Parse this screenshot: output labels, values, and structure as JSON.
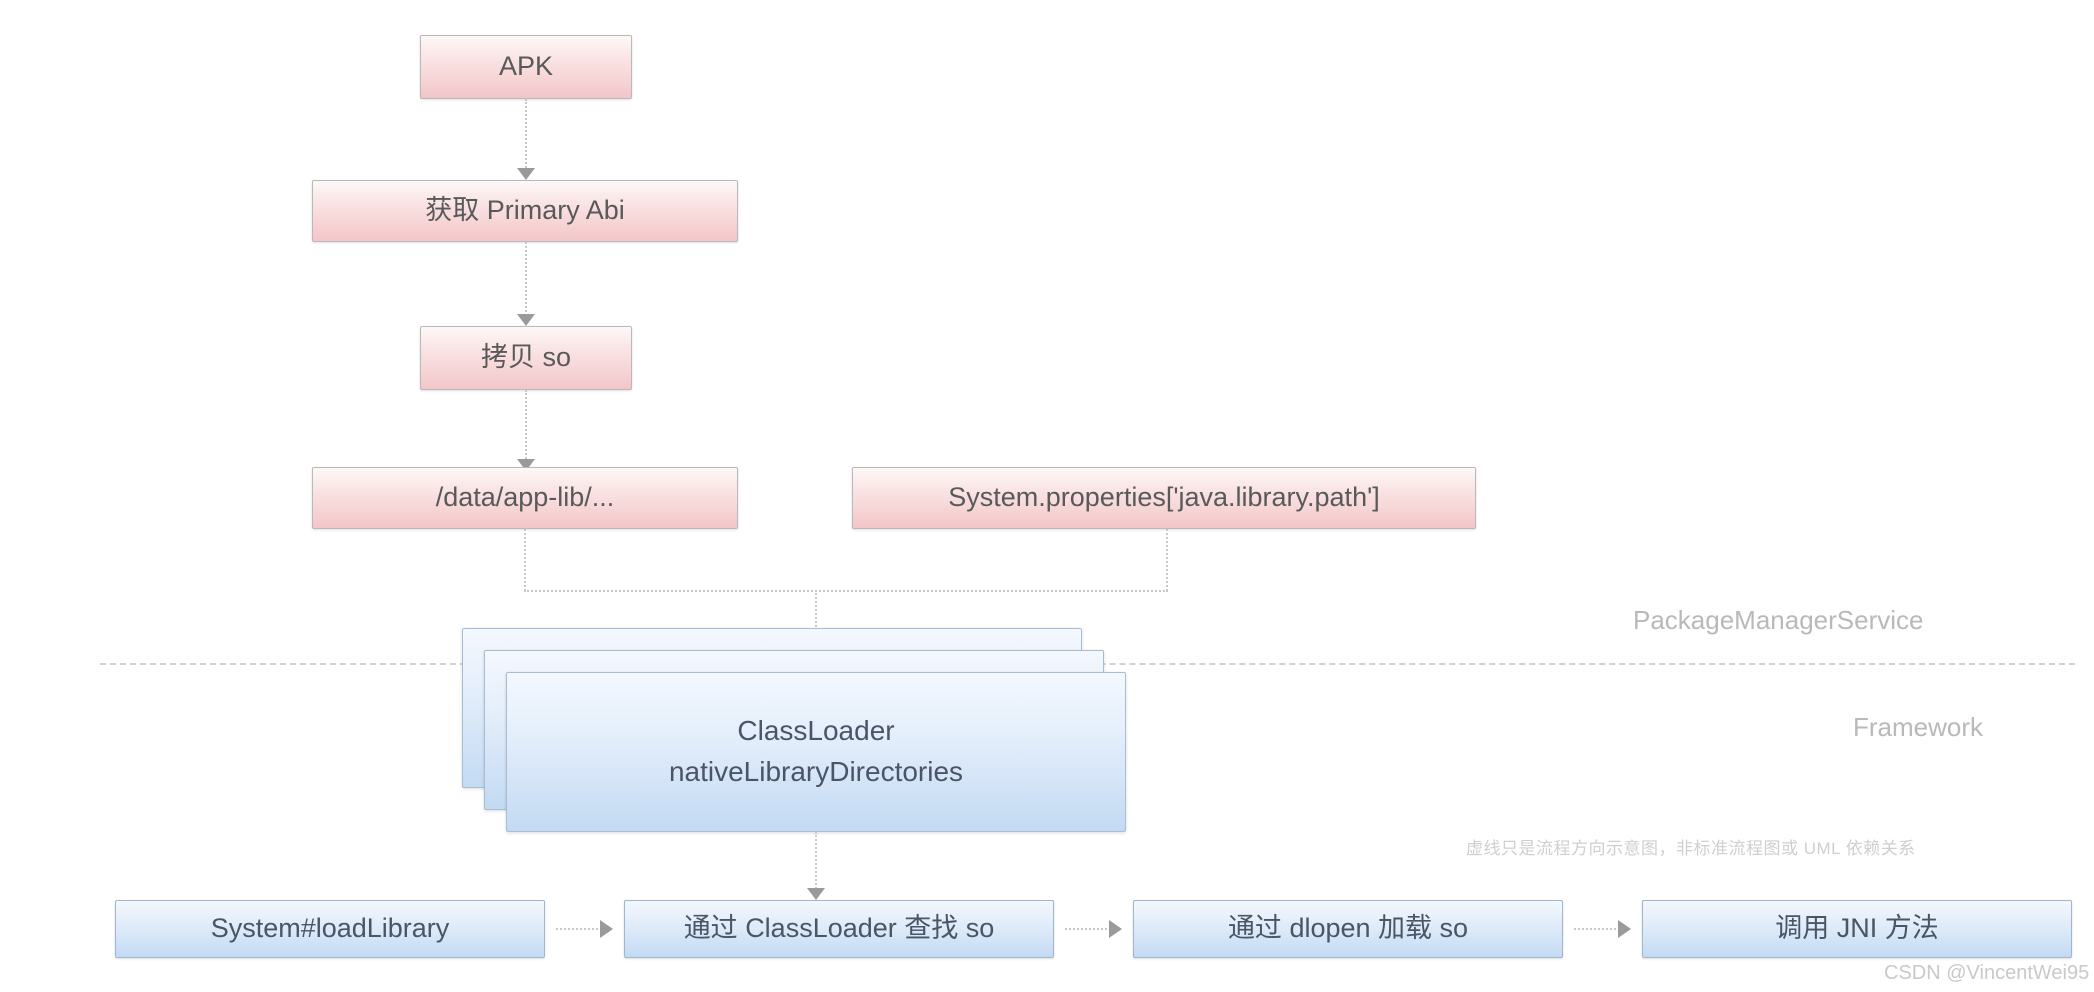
{
  "diagram": {
    "title_watermark": "CSDN @VincentWei95",
    "note": "虚线只是流程方向示意图，非标准流程图或 UML 依赖关系",
    "layers": [
      {
        "id": "pms",
        "label": "PackageManagerService"
      },
      {
        "id": "framework",
        "label": "Framework"
      }
    ],
    "nodes": {
      "apk": "APK",
      "primary_abi": "获取 Primary Abi",
      "copy_so": "拷贝 so",
      "app_lib": "/data/app-lib/...",
      "java_library_path": "System.properties['java.library.path']",
      "classloader": "ClassLoader\nnativeLibraryDirectories",
      "load_library": "System#loadLibrary",
      "find_so": "通过 ClassLoader 查找 so",
      "dlopen_so": "通过 dlopen 加载 so",
      "call_jni": "调用 JNI 方法"
    },
    "colors": {
      "pink_fill_top": "#fdf8f7",
      "pink_fill_bottom": "#f3c6c9",
      "blue_fill_top": "#f4f8fe",
      "blue_fill_bottom": "#c3daf3",
      "connector": "#c8c8c8",
      "arrow": "#9a9a9a",
      "label_text": "#b9b9b9",
      "node_text": "#5a5a5a"
    }
  }
}
